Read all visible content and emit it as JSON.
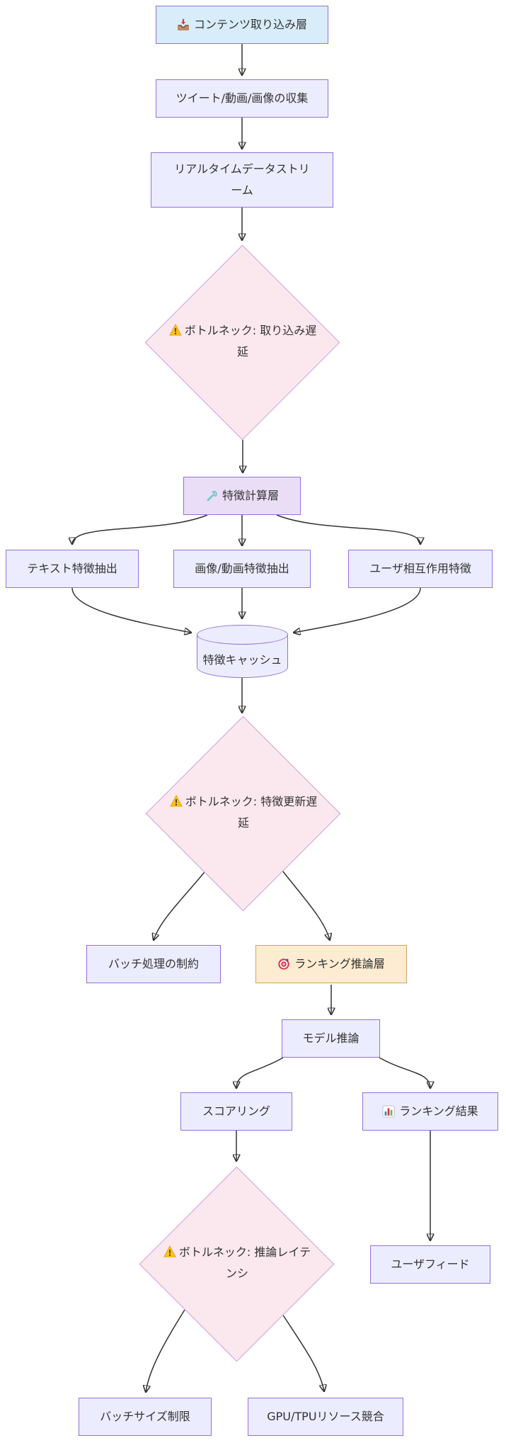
{
  "diagram": {
    "type": "flowchart-top-down",
    "nodes": {
      "ingest_layer": {
        "label": "コンテンツ取り込み層",
        "icon": "📥",
        "icon_name": "inbox-tray-icon",
        "shape": "rect",
        "fill": "#d8ecf9"
      },
      "collect": {
        "label": "ツイート/動画/画像の収集",
        "shape": "rect",
        "fill": "#ECECFF"
      },
      "stream": {
        "label": "リアルタイムデータストリーム",
        "shape": "rect",
        "fill": "#ECECFF"
      },
      "bottleneck_ingest": {
        "label": "ボトルネック: 取り込み遅延",
        "icon": "⚠️",
        "icon_name": "warning-icon",
        "shape": "diamond",
        "fill": "#fbe8ef"
      },
      "feature_layer": {
        "label": "特徴計算層",
        "icon": "🔧",
        "icon_name": "wrench-icon",
        "shape": "rect",
        "fill": "#eadef7"
      },
      "text_features": {
        "label": "テキスト特徴抽出",
        "shape": "rect",
        "fill": "#ECECFF"
      },
      "media_features": {
        "label": "画像/動画特徴抽出",
        "shape": "rect",
        "fill": "#ECECFF"
      },
      "interaction_features": {
        "label": "ユーザ相互作用特徴",
        "shape": "rect",
        "fill": "#ECECFF"
      },
      "feature_cache": {
        "label": "特徴キャッシュ",
        "shape": "cylinder",
        "fill": "#ECECFF"
      },
      "bottleneck_feature": {
        "label": "ボトルネック: 特徴更新遅延",
        "icon": "⚠️",
        "icon_name": "warning-icon",
        "shape": "diamond",
        "fill": "#fbe8ef"
      },
      "batch_constraint": {
        "label": "バッチ処理の制約",
        "shape": "rect",
        "fill": "#ECECFF"
      },
      "ranking_layer": {
        "label": "ランキング推論層",
        "icon": "🎯",
        "icon_name": "dartboard-icon",
        "shape": "rect",
        "fill": "#fdecd2"
      },
      "model_inference": {
        "label": "モデル推論",
        "shape": "rect",
        "fill": "#ECECFF"
      },
      "scoring": {
        "label": "スコアリング",
        "shape": "rect",
        "fill": "#ECECFF"
      },
      "ranking_results": {
        "label": "ランキング結果",
        "icon": "📊",
        "icon_name": "bar-chart-icon",
        "shape": "rect",
        "fill": "#ECECFF"
      },
      "bottleneck_inference": {
        "label": "ボトルネック: 推論レイテンシ",
        "icon": "⚠️",
        "icon_name": "warning-icon",
        "shape": "diamond",
        "fill": "#fbe8ef"
      },
      "user_feed": {
        "label": "ユーザフィード",
        "shape": "rect",
        "fill": "#ECECFF"
      },
      "batch_size_limit": {
        "label": "バッチサイズ制限",
        "shape": "rect",
        "fill": "#ECECFF"
      },
      "gpu_tpu_contention": {
        "label": "GPU/TPUリソース競合",
        "shape": "rect",
        "fill": "#ECECFF"
      }
    },
    "edges": [
      {
        "from": "ingest_layer",
        "to": "collect"
      },
      {
        "from": "collect",
        "to": "stream"
      },
      {
        "from": "stream",
        "to": "bottleneck_ingest"
      },
      {
        "from": "bottleneck_ingest",
        "to": "feature_layer"
      },
      {
        "from": "feature_layer",
        "to": "text_features"
      },
      {
        "from": "feature_layer",
        "to": "media_features"
      },
      {
        "from": "feature_layer",
        "to": "interaction_features"
      },
      {
        "from": "text_features",
        "to": "feature_cache"
      },
      {
        "from": "media_features",
        "to": "feature_cache"
      },
      {
        "from": "interaction_features",
        "to": "feature_cache"
      },
      {
        "from": "feature_cache",
        "to": "bottleneck_feature"
      },
      {
        "from": "bottleneck_feature",
        "to": "batch_constraint"
      },
      {
        "from": "bottleneck_feature",
        "to": "ranking_layer"
      },
      {
        "from": "ranking_layer",
        "to": "model_inference"
      },
      {
        "from": "model_inference",
        "to": "scoring"
      },
      {
        "from": "model_inference",
        "to": "ranking_results"
      },
      {
        "from": "scoring",
        "to": "bottleneck_inference"
      },
      {
        "from": "ranking_results",
        "to": "user_feed"
      },
      {
        "from": "bottleneck_inference",
        "to": "batch_size_limit"
      },
      {
        "from": "bottleneck_inference",
        "to": "gpu_tpu_contention"
      }
    ],
    "colors": {
      "bg": "#ffffff",
      "text": "#333333",
      "edge": "#333333",
      "fill-lavender": "#ECECFF",
      "fill-blue": "#d8ecf9",
      "fill-purple": "#eadef7",
      "fill-peach": "#fdecd2",
      "fill-pink": "#fbe8ef",
      "stroke-purple": "#9370DB",
      "stroke-tan": "#d3a55a",
      "stroke-lightpurple": "#caa0d8"
    }
  }
}
